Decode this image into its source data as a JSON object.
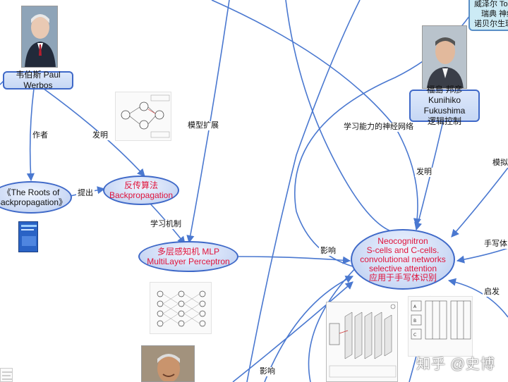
{
  "nodes": {
    "werbos": "韦伯斯 Paul Werbos",
    "roots_line1": "《The Roots of",
    "roots_line2": "Backpropagation》",
    "backprop_line1": "反传算法",
    "backprop_line2": "Backpropagation",
    "mlp_line1": "多层感知机 MLP",
    "mlp_line2": "MultiLayer Perceptron",
    "fukushima_line1": "福島 邦彦",
    "fukushima_line2": "Kunihiko Fukushima",
    "fukushima_line3": "逻辑控制",
    "neo_line1": "Neocognitron",
    "neo_line2": "S-cells and C-cells.",
    "neo_line3": "convolutional networks",
    "neo_line4": "selective attention",
    "neo_line5": "应用于手写体识别",
    "corner_line1": "威泽尔 Torst",
    "corner_line2": "瑞典 神经",
    "corner_line3": "诺贝尔生理"
  },
  "edge_labels": {
    "author": "作者",
    "invent1": "发明",
    "propose": "提出",
    "model_ext": "模型扩展",
    "learn_mech": "学习机制",
    "learn_net": "学习能力的神经网络",
    "invent2": "发明",
    "influence1": "影响",
    "simulate": "模拟",
    "handwrite": "手写体",
    "inspire": "启发",
    "influence2": "影响"
  },
  "watermark": "知乎 @史博",
  "colors": {
    "edge": "#4a78d0",
    "node_border": "#3f69c8",
    "accent_red": "#e0143c"
  }
}
